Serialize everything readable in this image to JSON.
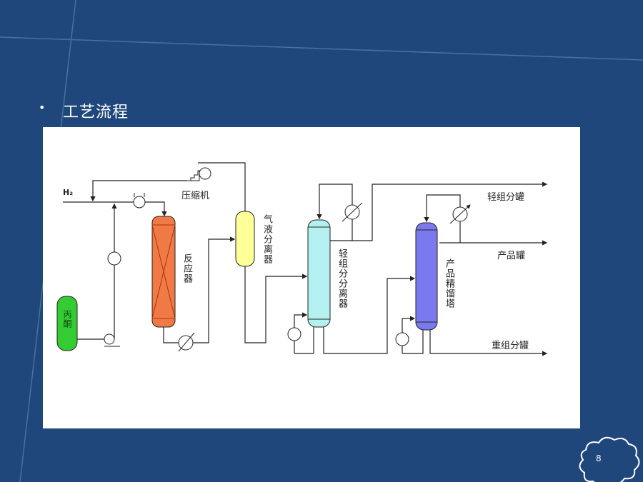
{
  "slide": {
    "bullet": "•",
    "title": "工艺流程",
    "page_number": "8"
  },
  "diagram": {
    "h2": "H₂",
    "compressor": "压缩机",
    "reactor": "反应器",
    "gas_liquid_separator": "气液分离器",
    "acetone_tank": "丙酮",
    "light_separator": "轻组分分离器",
    "product_column": "产品精馏塔",
    "light_tank": "轻组分罐",
    "product_tank": "产品罐",
    "heavy_tank": "重组分罐"
  },
  "colors": {
    "background": "#1f477b",
    "reactor": "#f07a45",
    "separator": "#ffff99",
    "acetone": "#33cc33",
    "light_column": "#b4f0f0",
    "product_column": "#7a7aee"
  }
}
